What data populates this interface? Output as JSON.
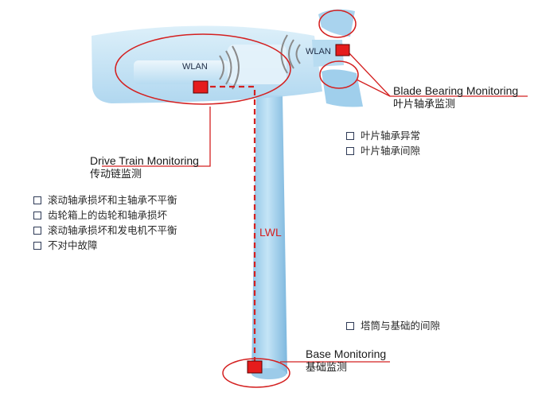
{
  "wlan_labels": [
    "WLAN",
    "WLAN"
  ],
  "lwl_label": "LWL",
  "labels": {
    "drive_train": {
      "en": "Drive Train Monitoring",
      "zh": "传动链监测"
    },
    "blade_bearing": {
      "en": "Blade Bearing Monitoring",
      "zh": "叶片轴承监测"
    },
    "base": {
      "en": "Base Monitoring",
      "zh": "基础监测"
    }
  },
  "lists": {
    "drive_train": [
      "滚动轴承损坏和主轴承不平衡",
      "齿轮箱上的齿轮和轴承损坏",
      "滚动轴承损坏和发电机不平衡",
      "不对中故障"
    ],
    "blade_bearing": [
      "叶片轴承异常",
      "叶片轴承间隙"
    ],
    "base": [
      "塔筒与基础的间隙"
    ]
  },
  "colors": {
    "annotation": "#d42020",
    "tower": "#a9d3ee",
    "nacelle": "#c9e6f7"
  }
}
